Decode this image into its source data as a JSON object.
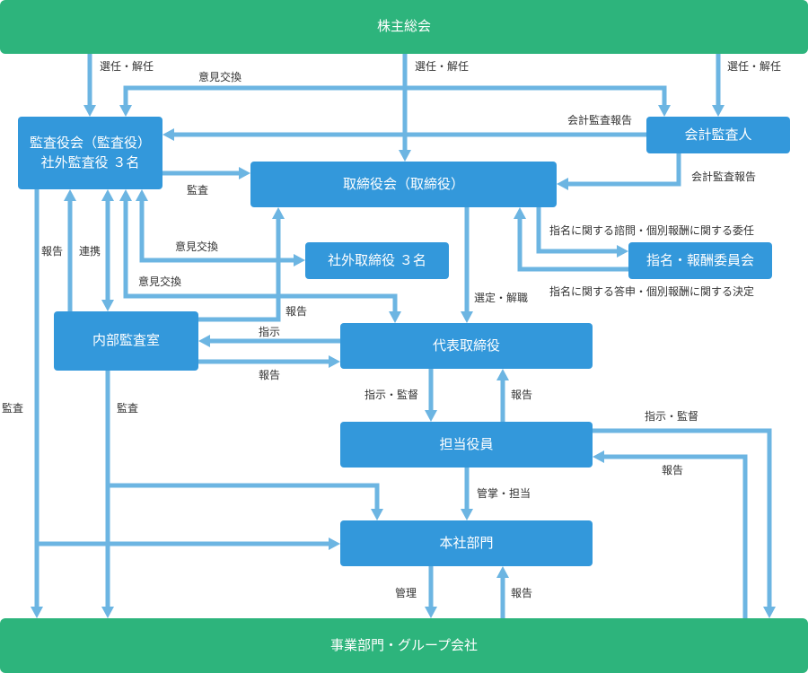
{
  "colors": {
    "green": "#2db47c",
    "blue": "#3398db",
    "line": "#6cb5e2",
    "text": "#333333"
  },
  "nodes": {
    "shareholders": "株主総会",
    "audit_board": "監査役会（監査役）",
    "audit_board_sub": "社外監査役 ３名",
    "accounting_auditor": "会計監査人",
    "board": "取締役会（取締役）",
    "outside_directors": "社外取締役 ３名",
    "nomination_committee": "指名・報酬委員会",
    "internal_audit": "内部監査室",
    "representative": "代表取締役",
    "officer": "担当役員",
    "head_office": "本社部門",
    "business_units": "事業部門・グループ会社"
  },
  "labels": {
    "elect_1": "選任・解任",
    "elect_2": "選任・解任",
    "elect_3": "選任・解任",
    "opinion_exchange_1": "意見交換",
    "acc_audit_report_1": "会計監査報告",
    "acc_audit_report_2": "会計監査報告",
    "audit_1": "監査",
    "opinion_exchange_2": "意見交換",
    "nomination_consult": "指名に関する諮問・個別報酬に関する委任",
    "nomination_answer": "指名に関する答申・個別報酬に関する決定",
    "report_1": "報告",
    "cooperation": "連携",
    "opinion_exchange_3": "意見交換",
    "report_2": "報告",
    "appoint_dismiss": "選定・解職",
    "instruct_1": "指示",
    "report_3": "報告",
    "audit_2": "監査",
    "audit_3": "監査",
    "instruct_supervise_1": "指示・監督",
    "report_4": "報告",
    "instruct_supervise_2": "指示・監督",
    "report_5": "報告",
    "manage_charge": "管掌・担当",
    "manage": "管理",
    "report_6": "報告"
  }
}
